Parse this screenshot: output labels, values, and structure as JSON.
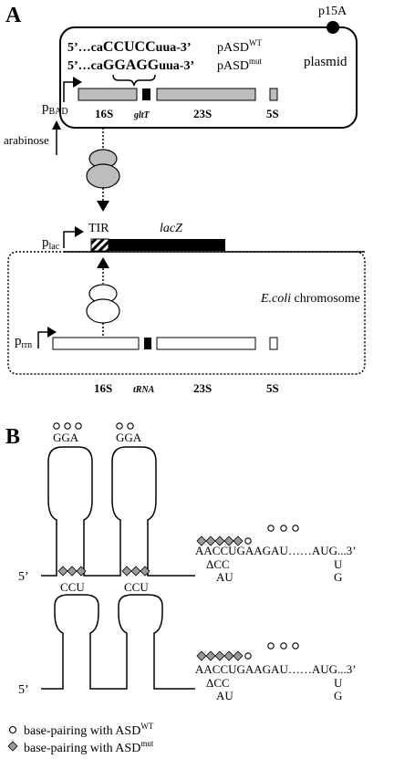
{
  "panel_a": {
    "label": "A",
    "plasmid": {
      "origin": "p15A",
      "name": "plasmid",
      "seq_wt": {
        "prefix": "5’…ca",
        "core": "CCUCC",
        "suffix": "uua-3’",
        "label": "pASD",
        "label_sup": "WT"
      },
      "seq_mut": {
        "prefix": "5’…ca",
        "core": "GGAGG",
        "suffix": "uua-3’",
        "label": "pASD",
        "label_sup": "mut"
      },
      "promoter": {
        "base": "p",
        "sub": "BAD"
      },
      "inducer": "arabinose",
      "genes": [
        "16S",
        "gltT",
        "23S",
        "5S"
      ]
    },
    "reporter": {
      "promoter": {
        "base": "p",
        "sub": "lac"
      },
      "tir": "TIR",
      "gene": "lacZ"
    },
    "chromosome": {
      "name_italic": "E.coli",
      "name_rest": " chromosome",
      "promoter": {
        "base": "p",
        "sub": "rrn"
      },
      "genes": [
        "16S",
        "tRNA",
        "23S",
        "5S"
      ]
    }
  },
  "panel_b": {
    "label": "B",
    "construct_1": {
      "loop1": "GGA",
      "loop2": "GGA",
      "five_prime": "5’",
      "seq": "AACCUGAAGAU……AUG...3’",
      "delta": "ΔCC",
      "au": "AU",
      "u": "U",
      "g": "G"
    },
    "construct_2": {
      "loop1": "CCU",
      "loop2": "CCU",
      "five_prime": "5’",
      "seq": "AACCUGAAGAU……AUG...3’",
      "delta": "ΔCC",
      "au": "AU",
      "u": "U",
      "g": "G"
    },
    "legend": [
      {
        "symbol": "circle",
        "text": "base-pairing with ASD",
        "sup": "WT"
      },
      {
        "symbol": "diamond",
        "text": "base-pairing with ASD",
        "sup": "mut"
      }
    ]
  }
}
